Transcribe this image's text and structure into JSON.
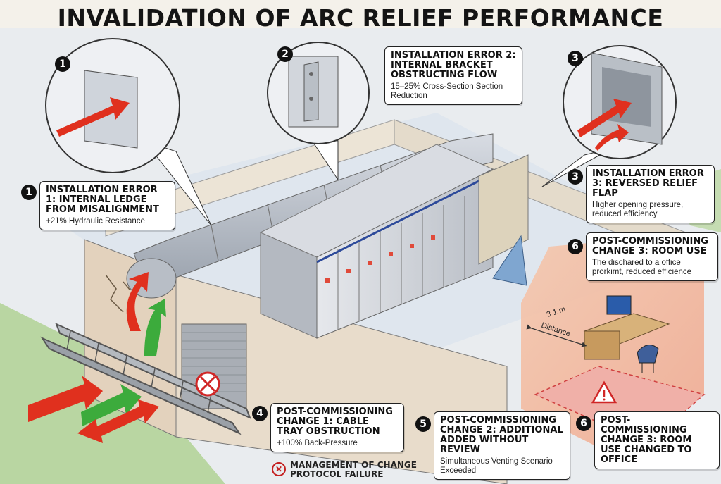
{
  "title": "INVALIDATION OF ARC RELIEF PERFORMANCE",
  "callouts": {
    "c1": {
      "number": "1",
      "heading": "Installation Error 1: Internal Ledge From Misalignment",
      "detail": "+21% Hydraulic Resistance"
    },
    "c2": {
      "number": "2",
      "heading": "Installation Error 2: Internal Bracket Obstructing Flow",
      "detail": "15–25% Cross-Section Section Reduction"
    },
    "c3": {
      "number": "3",
      "heading": "Installation Error 3: Reversed Relief Flap",
      "detail": "Higher opening pressure, reduced efficiency"
    },
    "c4": {
      "number": "4",
      "heading": "Post-Commissioning Change 1: Cable Tray Obstruction",
      "detail": "+100% Back-Pressure"
    },
    "c5": {
      "number": "5",
      "heading": "Post-Commissioning Change 2: Additional Added Without Review",
      "detail": "Simultaneous Venting Scenario Exceeded"
    },
    "c6a": {
      "number": "6",
      "heading": "Post-Commissioning Change 3: Room Use",
      "detail": "The dischared to a office prorkimt, reduced efficience"
    },
    "c6b": {
      "number": "6",
      "heading": "Post-Commissioning Change 3: Room Use Changed to Office",
      "detail": ""
    }
  },
  "detail_bubbles": {
    "b1": {
      "number": "1"
    },
    "b2": {
      "number": "2"
    },
    "b3": {
      "number": "3"
    }
  },
  "annotations": {
    "moc_failure": "Management of Change Protocol Failure",
    "distance_small": "3 1 m",
    "distance_label": "Distance"
  },
  "icons": {
    "moc": "x-circle-icon",
    "warning": "warning-triangle-icon",
    "blocked": "blocked-circle-icon"
  },
  "colors": {
    "arrow_red": "#e0301e",
    "arrow_green": "#3cab3c",
    "hazard_zone": "#f2b8a0",
    "panel_blue": "#2d4a9a"
  }
}
